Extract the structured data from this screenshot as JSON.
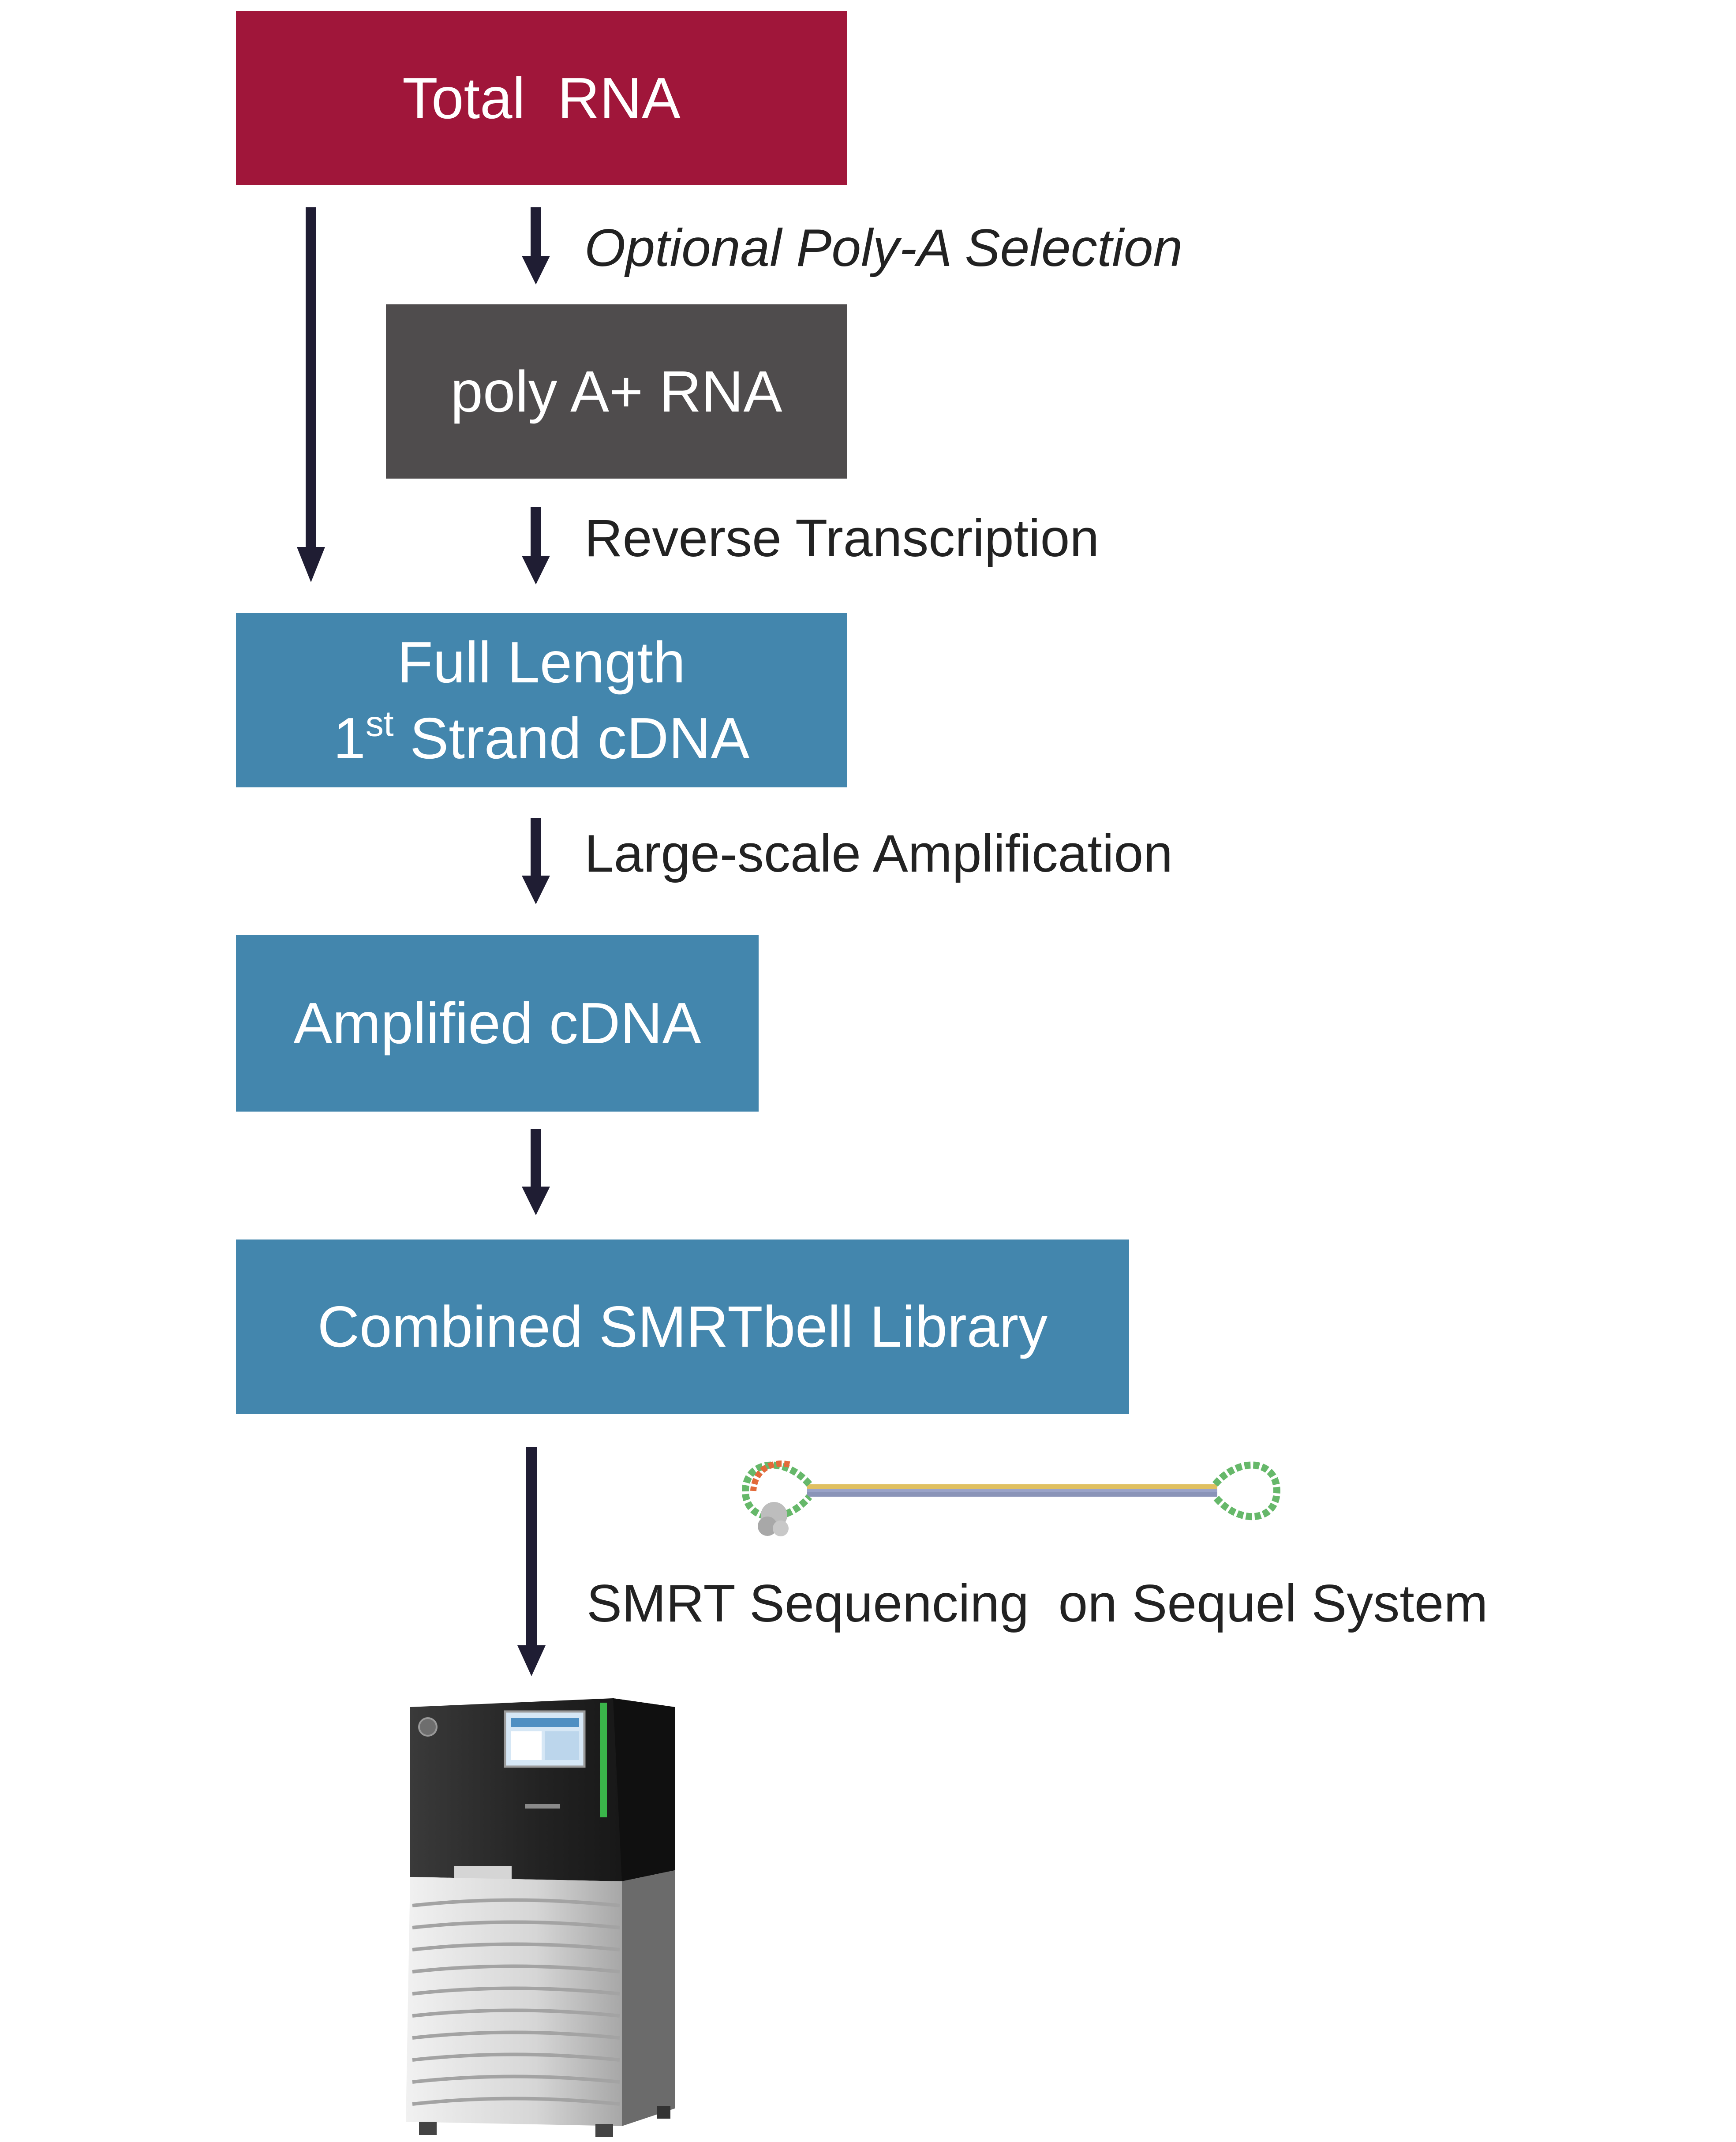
{
  "nodes": {
    "total_rna": "Total  RNA",
    "poly_a_rna": "poly A+ RNA",
    "full_length": {
      "line1": "Full Length",
      "line2_prefix": "1",
      "line2_sup": "st",
      "line2_suffix": " Strand cDNA"
    },
    "amplified_cdna": "Amplified cDNA",
    "smrtbell_library": "Combined SMRTbell Library"
  },
  "steps": {
    "poly_a_selection": "Optional Poly-A Selection",
    "reverse_transcription": "Reverse Transcription",
    "amplification": "Large-scale Amplification",
    "sequencing": "SMRT Sequencing  on Sequel System"
  },
  "colors": {
    "total_rna_box": "#a0163a",
    "poly_a_box": "#4f4c4d",
    "cdna_boxes": "#4386ad",
    "arrows": "#1f1d33"
  },
  "icons": {
    "smrtbell": "smrtbell-template-icon",
    "instrument": "sequel-instrument-icon"
  }
}
